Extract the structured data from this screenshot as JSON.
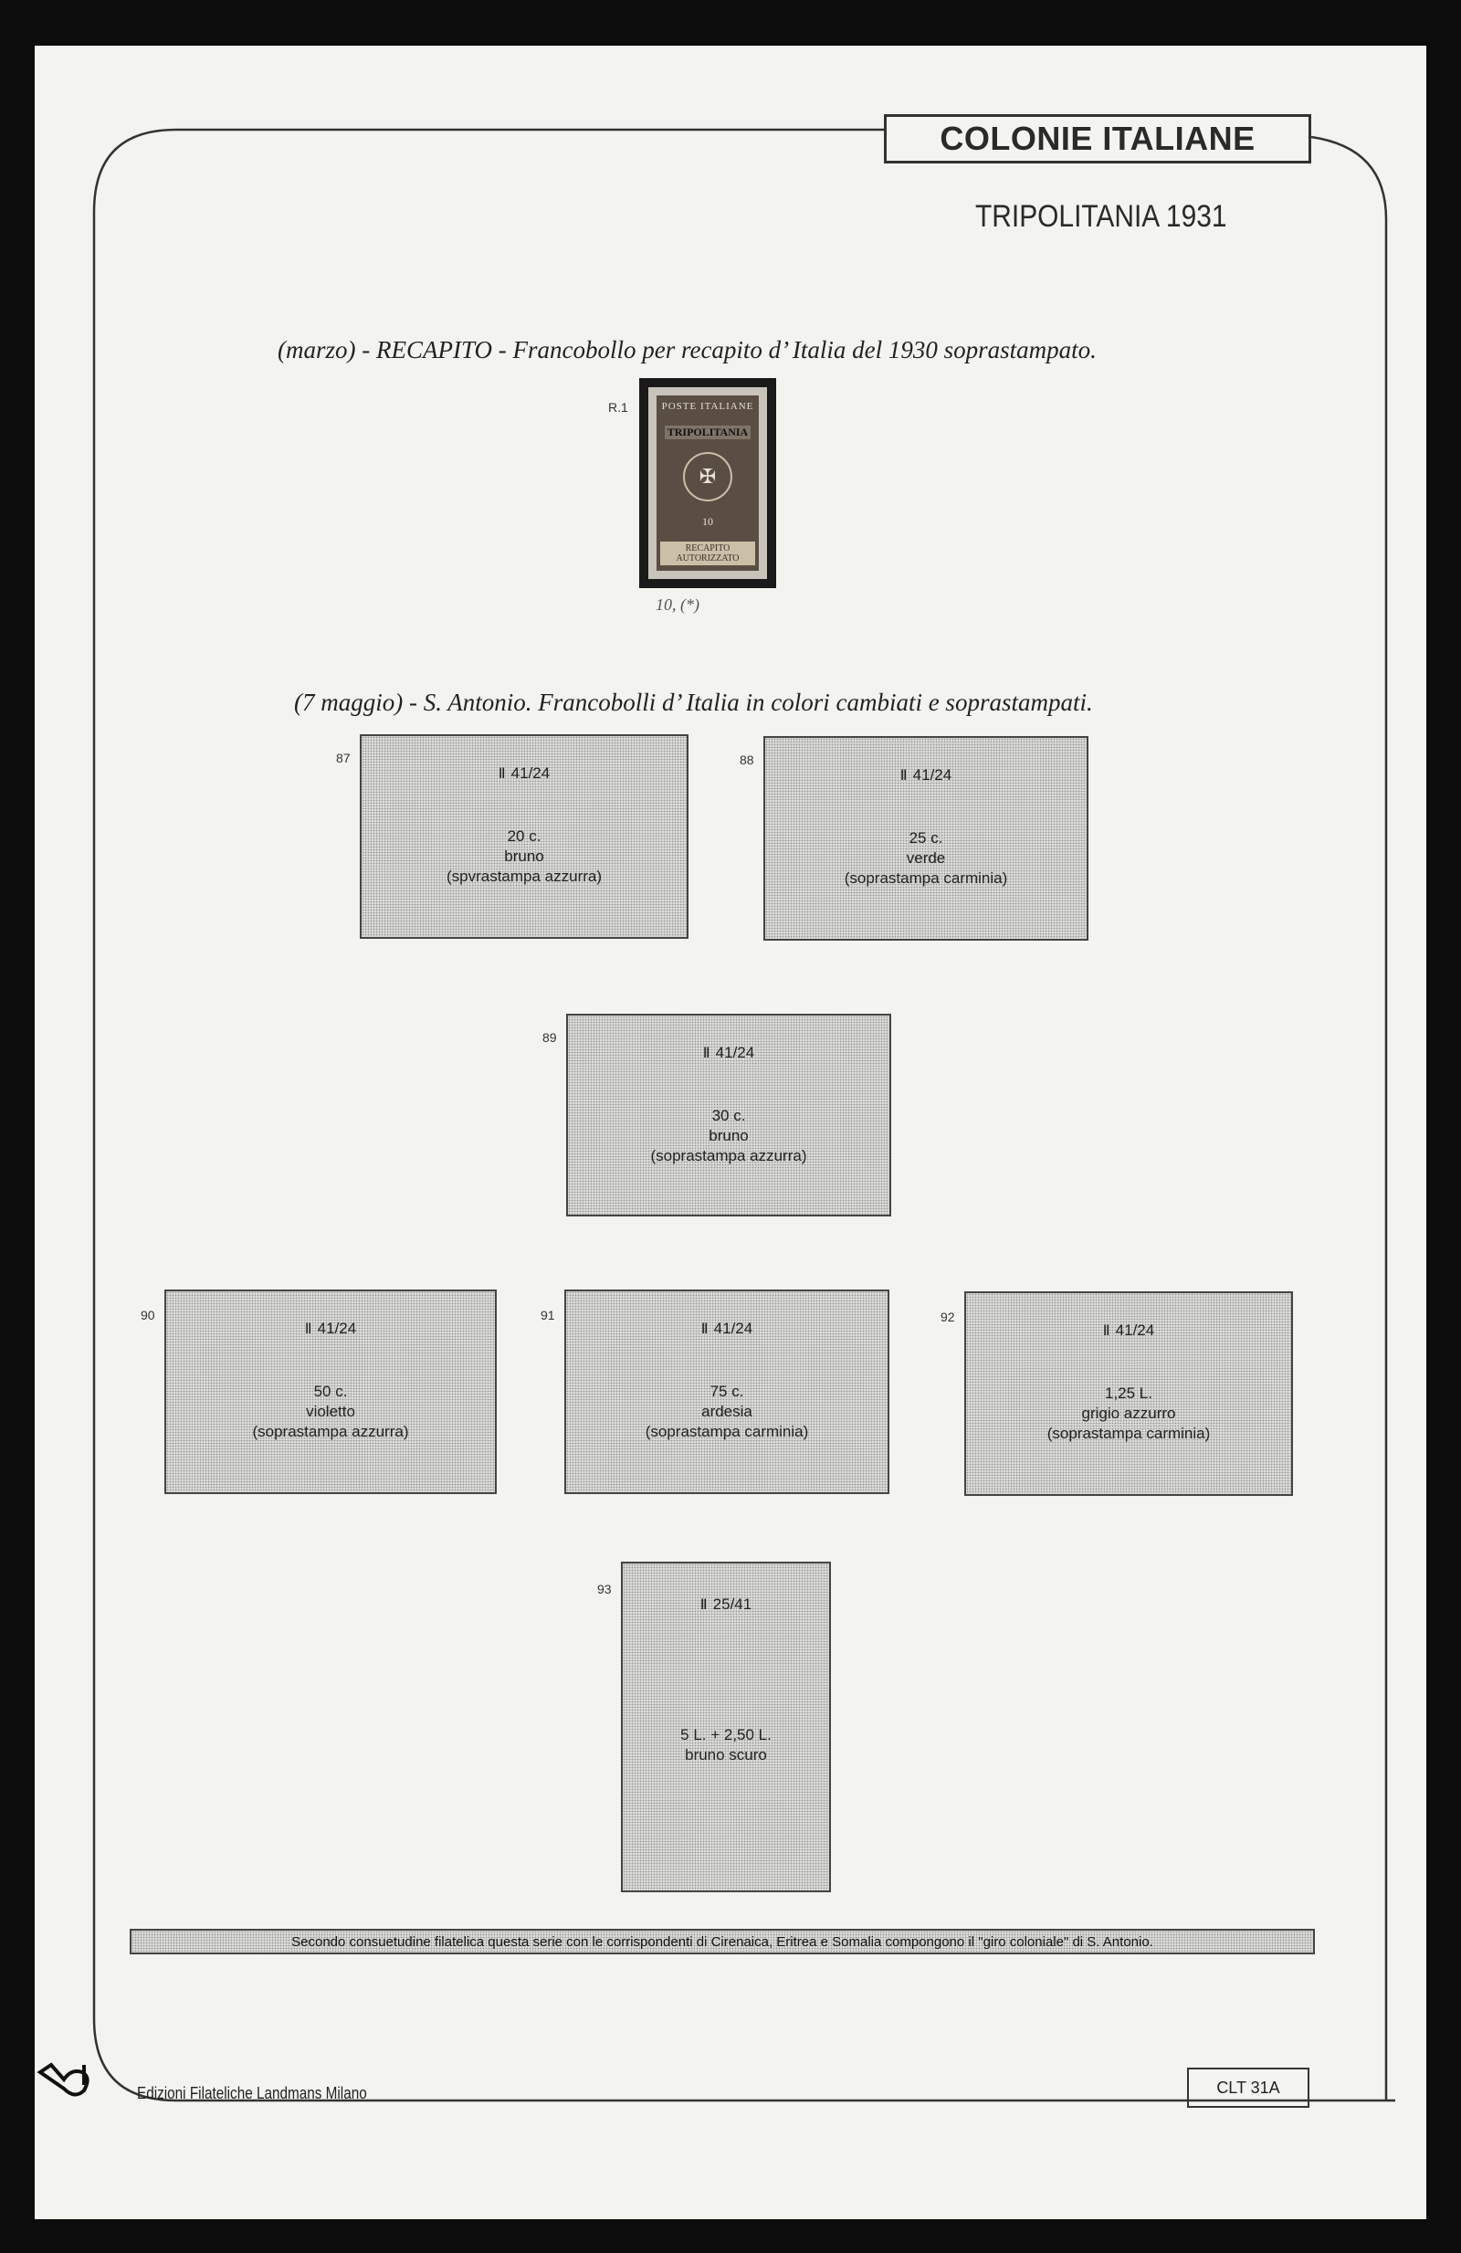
{
  "header": {
    "title": "COLONIE ITALIANE",
    "subtitle": "TRIPOLITANIA 1931"
  },
  "section1": {
    "title": "(marzo) - RECAPITO - Francobollo per recapito d’ Italia del 1930 soprastampato.",
    "stamp_number": "R.1",
    "stamp_top_text": "POSTE ITALIANE",
    "stamp_overprint": "TRIPOLITANIA",
    "stamp_value": "10",
    "stamp_bottom_text": "RECAPITO AUTORIZZATO",
    "handwritten_note": "10, (*)"
  },
  "section2": {
    "title": "(7 maggio) - S. Antonio. Francobolli d’ Italia in colori cambiati e soprastampati.",
    "stamps": [
      {
        "number": "87",
        "catalog": "41/24",
        "value": "20 c.",
        "color": "bruno",
        "overprint": "(spvrastampa azzurra)"
      },
      {
        "number": "88",
        "catalog": "41/24",
        "value": "25 c.",
        "color": "verde",
        "overprint": "(soprastampa carminia)"
      },
      {
        "number": "89",
        "catalog": "41/24",
        "value": "30 c.",
        "color": "bruno",
        "overprint": "(soprastampa azzurra)"
      },
      {
        "number": "90",
        "catalog": "41/24",
        "value": "50 c.",
        "color": "violetto",
        "overprint": "(soprastampa azzurra)"
      },
      {
        "number": "91",
        "catalog": "41/24",
        "value": "75 c.",
        "color": "ardesia",
        "overprint": "(soprastampa carminia)"
      },
      {
        "number": "92",
        "catalog": "41/24",
        "value": "1,25 L.",
        "color": "grigio azzurro",
        "overprint": "(soprastampa carminia)"
      },
      {
        "number": "93",
        "catalog": "25/41",
        "value": "5 L. + 2,50 L.",
        "color": "bruno scuro",
        "overprint": ""
      }
    ]
  },
  "note": "Secondo consuetudine filatelica questa serie con le corrispondenti di Cirenaica, Eritrea e Somalia compongono il \"giro coloniale\" di S. Antonio.",
  "footer": {
    "publisher": "Edizioni Filateliche Landmans Milano",
    "code": "CLT 31A"
  }
}
